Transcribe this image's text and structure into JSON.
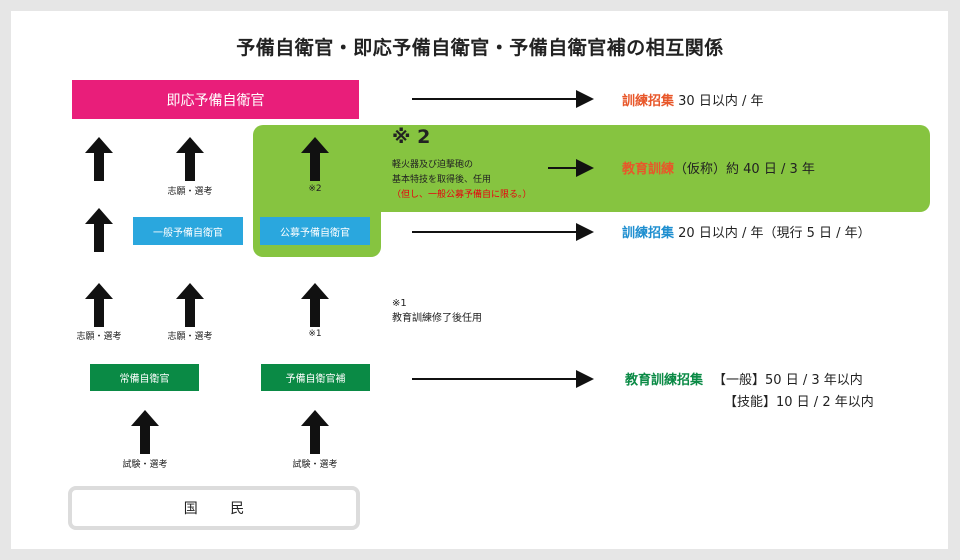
{
  "title": "予備自衛官・即応予備自衛官・予備自衛官補の相互関係",
  "boxes": {
    "sokuo": "即応予備自衛官",
    "ippan": "一般予備自衛官",
    "kobo": "公募予備自衛官",
    "jobi": "常備自衛官",
    "yobiho": "予備自衛官補",
    "kokumin": "国 民"
  },
  "labels": {
    "shigan_senko": "志願・選考",
    "note2_ref": "※2",
    "note1_ref": "※1",
    "shiken_senko": "試験・選考"
  },
  "notes": {
    "note2_mark": "※ 2",
    "note2_line1": "軽火器及び迫撃砲の",
    "note2_line2": "基本特技を取得後、任用",
    "note2_line3": "（但し、一般公募予備自に限る。）",
    "note1_mark": "※1",
    "note1_line1": "教育訓練修了後任用"
  },
  "right": {
    "row1_kw": "訓練招集",
    "row1_text": " 30 日以内 / 年",
    "row2_kw": "教育訓練",
    "row2_text": "（仮称）約 40 日 / 3 年",
    "row3_kw": "訓練招集",
    "row3_text": " 20 日以内 / 年（現行 5 日 / 年）",
    "row4_kw": "教育訓練招集",
    "row4_text1": "【一般】50 日 / 3 年以内",
    "row4_text2": "【技能】10 日 / 2 年以内"
  },
  "colors": {
    "pink": "#e91e7a",
    "blue": "#2aa7de",
    "green": "#0a8a45",
    "lightgreen": "#86c440",
    "orange": "#e8572a",
    "skyblue": "#1f8fd0",
    "red": "#e8000e"
  }
}
